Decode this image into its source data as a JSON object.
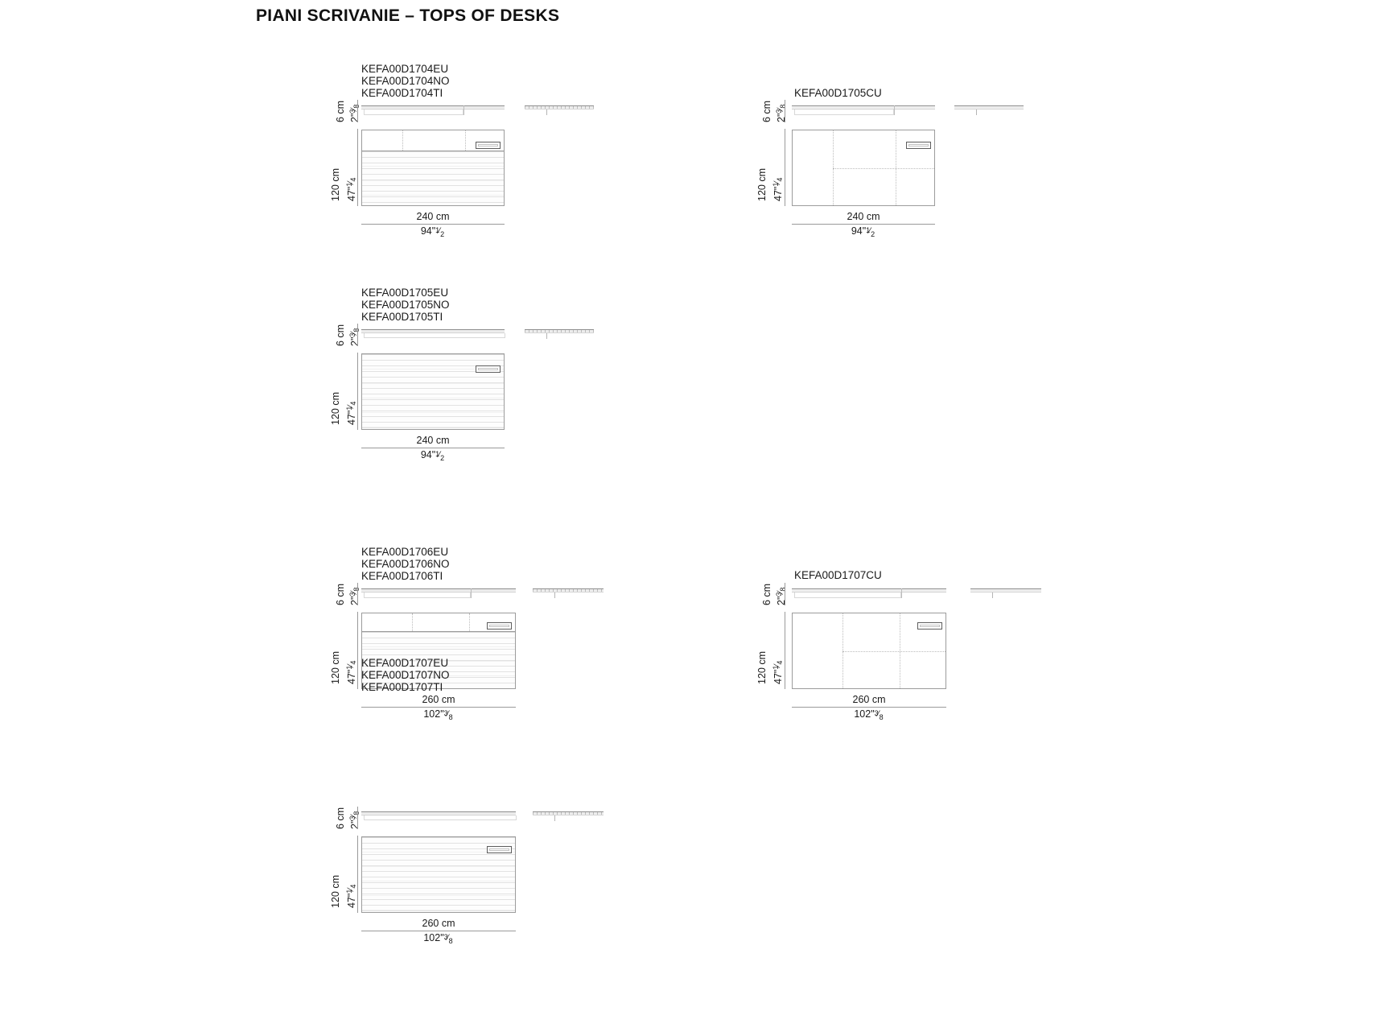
{
  "page": {
    "title": "PIANI SCRIVANIE – TOPS OF DESKS"
  },
  "labels": {
    "thickness_cm": "6 cm",
    "thickness_in_whole": "2\"",
    "thickness_in_num": "3",
    "thickness_in_den": "8",
    "depth_cm": "120 cm",
    "depth_in_whole": "47\"",
    "depth_in_num": "1",
    "depth_in_den": "4"
  },
  "blocks": [
    {
      "id": "kefa00d1704",
      "codes": [
        "KEFA00D1704EU",
        "KEFA00D1704NO",
        "KEFA00D1704TI"
      ],
      "top_style": "wood",
      "width_cm": "240 cm",
      "width_in_whole": "94\"",
      "width_in_num": "1",
      "width_in_den": "2",
      "thickness_cm": "6 cm",
      "thickness_in_whole": "2\"",
      "thickness_in_num": "3",
      "thickness_in_den": "8",
      "depth_cm": "120 cm",
      "depth_in_whole": "47\"",
      "depth_in_num": "1",
      "depth_in_den": "4"
    },
    {
      "id": "kefa00d1705cu",
      "codes": [
        "KEFA00D1705CU"
      ],
      "top_style": "plain",
      "width_cm": "240 cm",
      "width_in_whole": "94\"",
      "width_in_num": "1",
      "width_in_den": "2",
      "thickness_cm": "6 cm",
      "thickness_in_whole": "2\"",
      "thickness_in_num": "3",
      "thickness_in_den": "8",
      "depth_cm": "120 cm",
      "depth_in_whole": "47\"",
      "depth_in_num": "1",
      "depth_in_den": "4"
    },
    {
      "id": "kefa00d1705",
      "codes": [
        "KEFA00D1705EU",
        "KEFA00D1705NO",
        "KEFA00D1705TI"
      ],
      "top_style": "wood-plain-top",
      "width_cm": "240 cm",
      "width_in_whole": "94\"",
      "width_in_num": "1",
      "width_in_den": "2",
      "thickness_cm": "6 cm",
      "thickness_in_whole": "2\"",
      "thickness_in_num": "3",
      "thickness_in_den": "8",
      "depth_cm": "120 cm",
      "depth_in_whole": "47\"",
      "depth_in_num": "1",
      "depth_in_den": "4"
    },
    {
      "id": "kefa00d1706",
      "codes": [
        "KEFA00D1706EU",
        "KEFA00D1706NO",
        "KEFA00D1706TI"
      ],
      "top_style": "wood",
      "width_cm": "260 cm",
      "width_in_whole": "102\"",
      "width_in_num": "3",
      "width_in_den": "8",
      "thickness_cm": "6 cm",
      "thickness_in_whole": "2\"",
      "thickness_in_num": "3",
      "thickness_in_den": "8",
      "depth_cm": "120 cm",
      "depth_in_whole": "47\"",
      "depth_in_num": "1",
      "depth_in_den": "4"
    },
    {
      "id": "kefa00d1707cu",
      "codes": [
        "KEFA00D1707CU"
      ],
      "top_style": "plain",
      "width_cm": "260 cm",
      "width_in_whole": "102\"",
      "width_in_num": "3",
      "width_in_den": "8",
      "thickness_cm": "6 cm",
      "thickness_in_whole": "2\"",
      "thickness_in_num": "3",
      "thickness_in_den": "8",
      "depth_cm": "120 cm",
      "depth_in_whole": "47\"",
      "depth_in_num": "1",
      "depth_in_den": "4"
    },
    {
      "id": "kefa00d1707",
      "codes": [
        "KEFA00D1707EU",
        "KEFA00D1707NO",
        "KEFA00D1707TI"
      ],
      "top_style": "wood-plain-top",
      "width_cm": "260 cm",
      "width_in_whole": "102\"",
      "width_in_num": "3",
      "width_in_den": "8",
      "thickness_cm": "6 cm",
      "thickness_in_whole": "2\"",
      "thickness_in_num": "3",
      "thickness_in_den": "8",
      "depth_cm": "120 cm",
      "depth_in_whole": "47\"",
      "depth_in_num": "1",
      "depth_in_den": "4"
    }
  ],
  "colors": {
    "line": "#9c9c9c",
    "text": "#1a1a1a",
    "dotted": "#bcbcbc",
    "handle_border": "#5d5d5d"
  }
}
